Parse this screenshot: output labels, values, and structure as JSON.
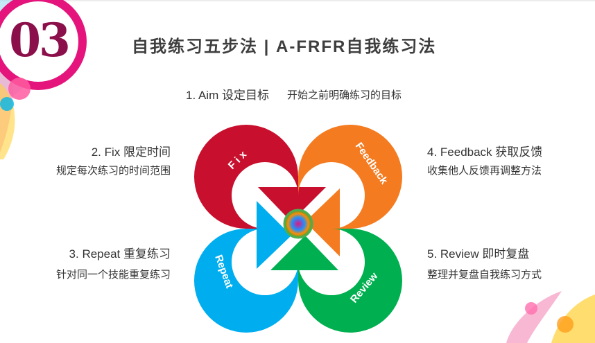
{
  "badge": {
    "number": "03"
  },
  "header": {
    "title": "自我练习五步法  |  A-FRFR自我练习法"
  },
  "steps": [
    {
      "title": "1. Aim 设定目标",
      "desc": "开始之前明确练习的目标"
    },
    {
      "title": "2. Fix 限定时间",
      "desc": "规定每次练习的时间范围"
    },
    {
      "title": "3. Repeat 重复练习",
      "desc": "针对同一个技能重复练习"
    },
    {
      "title": "4. Feedback 获取反馈",
      "desc": "收集他人反馈再调整方法"
    },
    {
      "title": "5. Review 即时复盘",
      "desc": "整理并复盘自我练习方式"
    }
  ],
  "diagram": {
    "labels": {
      "fix": "F i x",
      "feedback": "Feedback",
      "repeat": "Repeat",
      "review": "Review"
    },
    "colors": {
      "fix": "#c8102e",
      "feedback": "#f47b20",
      "repeat": "#00aeef",
      "review": "#00b050"
    }
  }
}
